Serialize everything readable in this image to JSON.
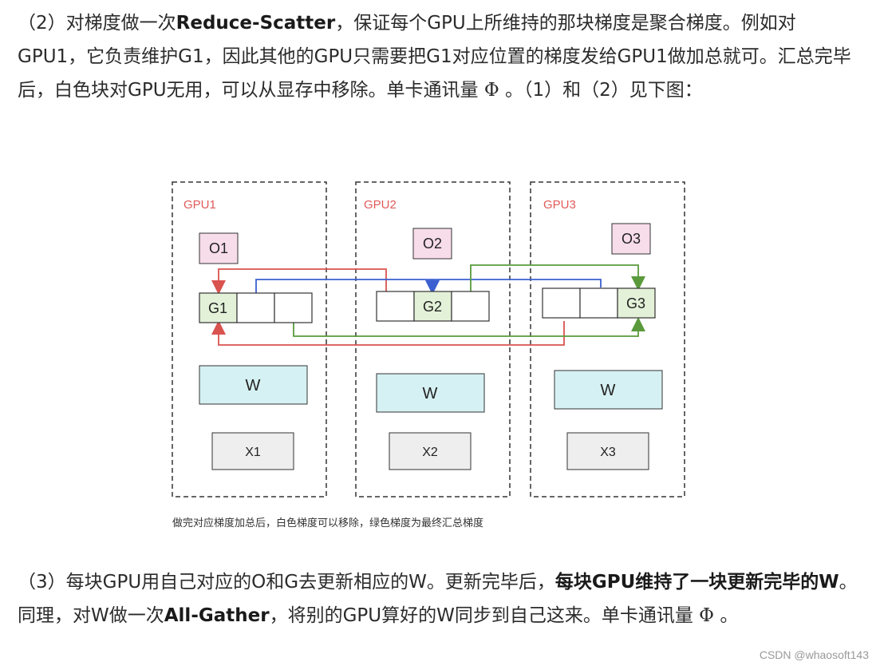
{
  "p2": {
    "prefix": "（2）对梯度做一次",
    "bold": "Reduce-Scatter",
    "rest": "，保证每个GPU上所维持的那块梯度是聚合梯度。例如对GPU1，它负责维护G1，因此其他的GPU只需要把G1对应位置的梯度发给GPU1做加总就可。汇总完毕后，白色块对GPU无用，可以从显存中移除。单卡通讯量 ",
    "phi": "Φ",
    "suffix": " 。（1）和（2）见下图："
  },
  "figure": {
    "gpus": [
      {
        "label": "GPU1",
        "o": "O1",
        "g": "G1",
        "w": "W",
        "x": "X1"
      },
      {
        "label": "GPU2",
        "o": "O2",
        "g": "G2",
        "w": "W",
        "x": "X2"
      },
      {
        "label": "GPU3",
        "o": "O3",
        "g": "G3",
        "w": "W",
        "x": "X3"
      }
    ],
    "caption": "做完对应梯度加总后，白色梯度可以移除，绿色梯度为最终汇总梯度",
    "colors": {
      "gpu_label": "#e05a5a",
      "o_fill": "#f7dcea",
      "g_fill": "#e3f1d8",
      "w_fill": "#d6f1f3",
      "x_fill": "#eeeeee",
      "arrow_red": "#d9534f",
      "arrow_blue": "#3a5fd0",
      "arrow_green": "#5a9a3c"
    }
  },
  "p3": {
    "prefix": "（3）每块GPU用自己对应的O和G去更新相应的W。更新完毕后，",
    "bold1": "每块GPU维持了一块更新完毕的W",
    "mid": "。同理，对W做一次",
    "bold2": "All-Gather",
    "rest": "，将别的GPU算好的W同步到自己这来。单卡通讯量 ",
    "phi": "Φ",
    "suffix": " 。"
  },
  "watermark": "CSDN @whaosoft143"
}
